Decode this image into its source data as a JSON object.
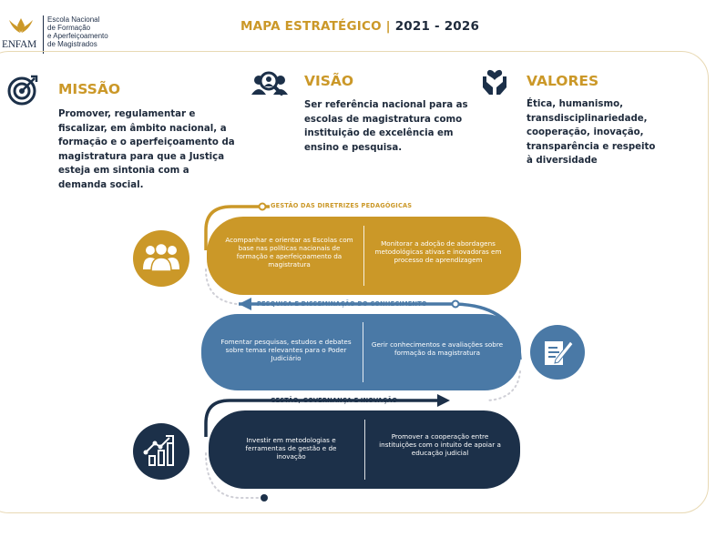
{
  "logo": {
    "word": "ENFAM",
    "lines": [
      "Escola Nacional",
      "de Formação",
      "e Aperfeiçoamento",
      "de Magistrados"
    ]
  },
  "header": {
    "title_left": "MAPA ESTRATÉGICO",
    "separator": "|",
    "title_right": "2021 - 2026"
  },
  "missao": {
    "title": "MISSÃO",
    "text": "Promover, regulamentar e fiscalizar, em âmbito nacional, a formação e o aperfeiçoamento da magistratura para que a Justiça esteja em sintonia com a demanda social."
  },
  "visao": {
    "title": "VISÃO",
    "text": "Ser referência nacional para as escolas de magistratura como instituição de excelência em ensino e pesquisa."
  },
  "valores": {
    "title": "VALORES",
    "text": "Ética, humanismo, transdisciplinariedade, cooperação, inovação, transparência e respeito à diversidade"
  },
  "bands": [
    {
      "label": "GESTÃO DAS DIRETRIZES PEDAGÓGICAS",
      "left": "Acompanhar e orientar as Escolas com base nas políticas nacionais de formação e aperfeiçoamento da magistratura",
      "right": "Monitorar a adoção de abordagens metodológicas ativas e inovadoras em processo de aprendizagem"
    },
    {
      "label": "PESQUISA E DISSEMINAÇÃO DO CONHECIMENTO",
      "left": "Fomentar pesquisas, estudos e debates sobre temas relevantes para o Poder Judiciário",
      "right": "Gerir conhecimentos e avaliações sobre formação da magistratura"
    },
    {
      "label": "GESTÃO, GOVERNANÇA E INOVAÇÃO",
      "left": "Investir em metodologias e ferramentas de gestão e de inovação",
      "right": "Promover a cooperação entre instituições com o intuito de apoiar a educação judicial"
    }
  ],
  "colors": {
    "gold": "#cb9828",
    "blue": "#4a79a6",
    "navy": "#1c3049",
    "text": "#1e2a3b"
  }
}
